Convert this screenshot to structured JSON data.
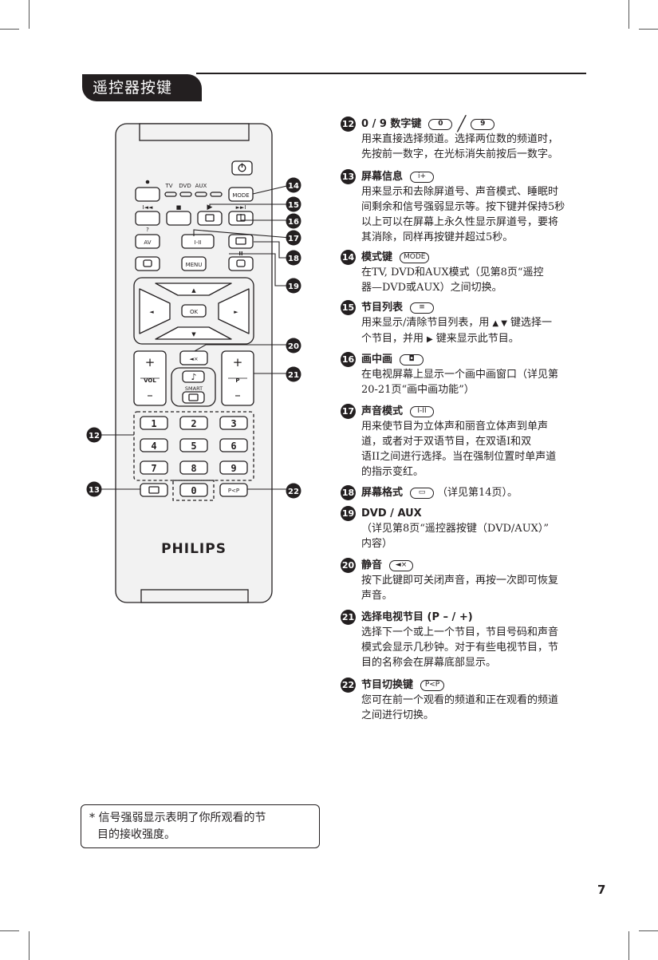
{
  "section_title": "遥控器按键",
  "page_number": "7",
  "remote": {
    "brand": "PHILIPS",
    "labels": {
      "tv": "TV",
      "dvd": "DVD",
      "aux": "AUX",
      "mode": "MODE",
      "av": "AV",
      "menu": "MENU",
      "ok": "OK",
      "vol": "VOL",
      "p": "P",
      "smart": "SMART",
      "dual": "I-II",
      "pp": "P<P",
      "plus": "+",
      "minus": "–",
      "up": "▲",
      "down": "▼",
      "left": "◄",
      "right": "►",
      "rew": "I◄◄",
      "stop": "■",
      "play": "▶",
      "ff": "►►I",
      "pause": "II",
      "help": "?",
      "digits": [
        "1",
        "2",
        "3",
        "4",
        "5",
        "6",
        "7",
        "8",
        "9",
        "0"
      ]
    },
    "callouts": [
      "12",
      "13",
      "14",
      "15",
      "16",
      "17",
      "18",
      "19",
      "20",
      "21",
      "22"
    ]
  },
  "entries": [
    {
      "num": "12",
      "title": "0 / 9 数字键",
      "keys": [
        "0",
        "9"
      ],
      "body": [
        "用来直接选择频道。选择两位数的频道时，",
        "先按前一数字，在光标消失前按后一数字。"
      ]
    },
    {
      "num": "13",
      "title": "屏幕信息",
      "keys": [
        "i+"
      ],
      "body": [
        "用来显示和去除屏道号、声音模式、睡眠时",
        "间剩余和信号强弱显示等。按下键并保持5秒",
        "以上可以在屏幕上永久性显示屏道号，要将",
        "其消除，同样再按键并超过5秒。"
      ]
    },
    {
      "num": "14",
      "title": "模式键",
      "keys": [
        "MODE"
      ],
      "body": [
        "在TV, DVD和AUX模式（见第8页“遥控",
        "器—DVD或AUX）之间切换。"
      ]
    },
    {
      "num": "15",
      "title": "节目列表",
      "keys": [
        "≡"
      ],
      "body_a": "用来显示/清除节目列表，用",
      "body_b": "键选择一",
      "body_c": "个节目，并用",
      "body_d": "键来显示此节目。",
      "sym1": "▲ ▼",
      "sym2": "▶"
    },
    {
      "num": "16",
      "title": "画中画",
      "keys": [
        "◘"
      ],
      "body": [
        "在电视屏幕上显示一个画中画窗口（详见第",
        "20-21页“画中画功能”）"
      ]
    },
    {
      "num": "17",
      "title": "声音模式",
      "keys": [
        "I-II"
      ],
      "body": [
        "用来使节目为立体声和丽音立体声到单声",
        "道，或者对于双语节目，在双语I和双",
        "语II之间进行选择。当在强制位置时单声道",
        "的指示变红。"
      ]
    },
    {
      "num": "18",
      "title": "屏幕格式",
      "keys": [
        "▭"
      ],
      "suffix": "（详见第14页）。"
    },
    {
      "num": "19",
      "title": "DVD / AUX",
      "keys": [],
      "body": [
        "（详见第8页“遥控器按键（DVD/AUX）”",
        "内容）"
      ]
    },
    {
      "num": "20",
      "title": "静音",
      "keys": [
        "🔇"
      ],
      "body": [
        "按下此键即可关闭声音，再按一次即可恢复",
        "声音。"
      ]
    },
    {
      "num": "21",
      "title": "选择电视节目 (P – / +)",
      "keys": [],
      "body": [
        "选择下一个或上一个节目，节目号码和声音",
        "模式会显示几秒钟。对于有些电视节目，节",
        "目的名称会在屏幕底部显示。"
      ]
    },
    {
      "num": "22",
      "title": "节目切换键",
      "keys": [
        "P<P"
      ],
      "body": [
        "您可在前一个观看的频道和正在观看的频道",
        "之间进行切换。"
      ]
    }
  ],
  "note": [
    "* 信号强弱显示表明了你所观看的节",
    "目的接收强度。"
  ]
}
